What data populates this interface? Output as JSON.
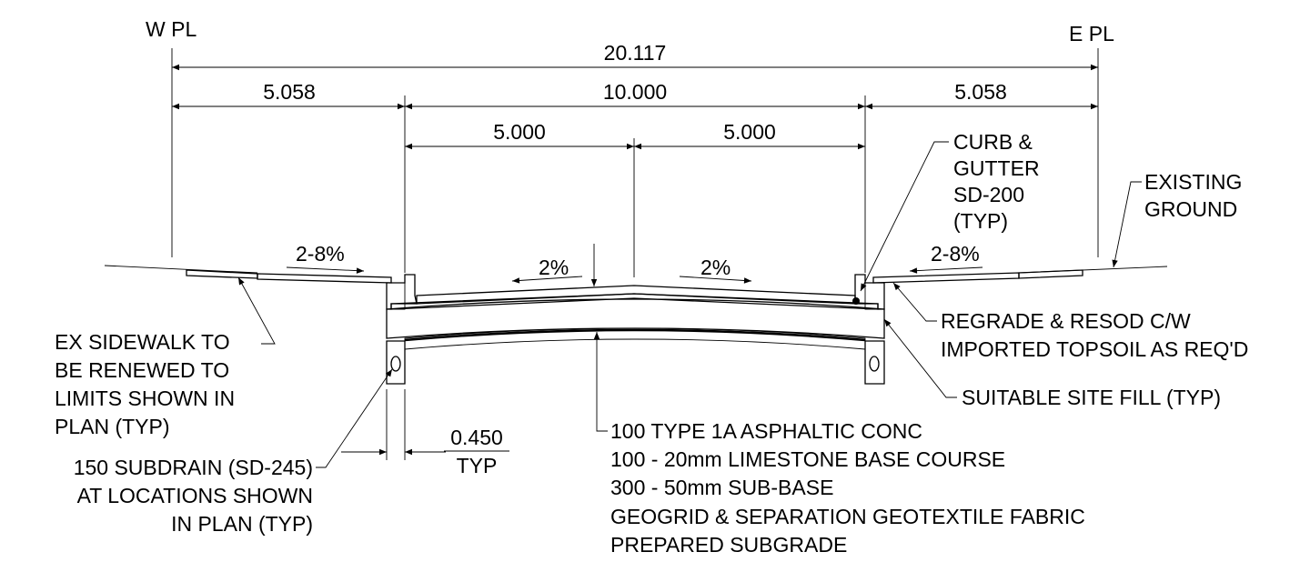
{
  "labels": {
    "w_pl": "W PL",
    "e_pl": "E PL",
    "dim_total": "20.117",
    "dim_left": "5.058",
    "dim_center": "10.000",
    "dim_right": "5.058",
    "dim_half_left": "5.000",
    "dim_half_right": "5.000",
    "slope_left_boulevard": "2-8%",
    "slope_left_road": "2%",
    "slope_right_road": "2%",
    "slope_right_boulevard": "2-8%",
    "curb_line1": "CURB &",
    "curb_line2": "GUTTER",
    "curb_line3": "SD-200",
    "curb_line4": "(TYP)",
    "existing_line1": "EXISTING",
    "existing_line2": "GROUND",
    "sidewalk_line1": "EX SIDEWALK TO",
    "sidewalk_line2": "BE RENEWED TO",
    "sidewalk_line3": "LIMITS SHOWN IN",
    "sidewalk_line4": "PLAN (TYP)",
    "regrade_line1": "REGRADE & RESOD C/W",
    "regrade_line2": "IMPORTED TOPSOIL AS REQ'D",
    "site_fill": "SUITABLE SITE FILL (TYP)",
    "subdrain_line1": "150 SUBDRAIN (SD-245)",
    "subdrain_line2": "AT LOCATIONS SHOWN",
    "subdrain_line3": "IN PLAN (TYP)",
    "dim_offset": "0.450",
    "dim_offset_typ": "TYP",
    "layer1": "100 TYPE 1A ASPHALTIC CONC",
    "layer2": "100 - 20mm LIMESTONE BASE COURSE",
    "layer3": "300 - 50mm SUB-BASE",
    "layer4": "GEOGRID & SEPARATION GEOTEXTILE FABRIC",
    "layer5": "PREPARED SUBGRADE"
  }
}
